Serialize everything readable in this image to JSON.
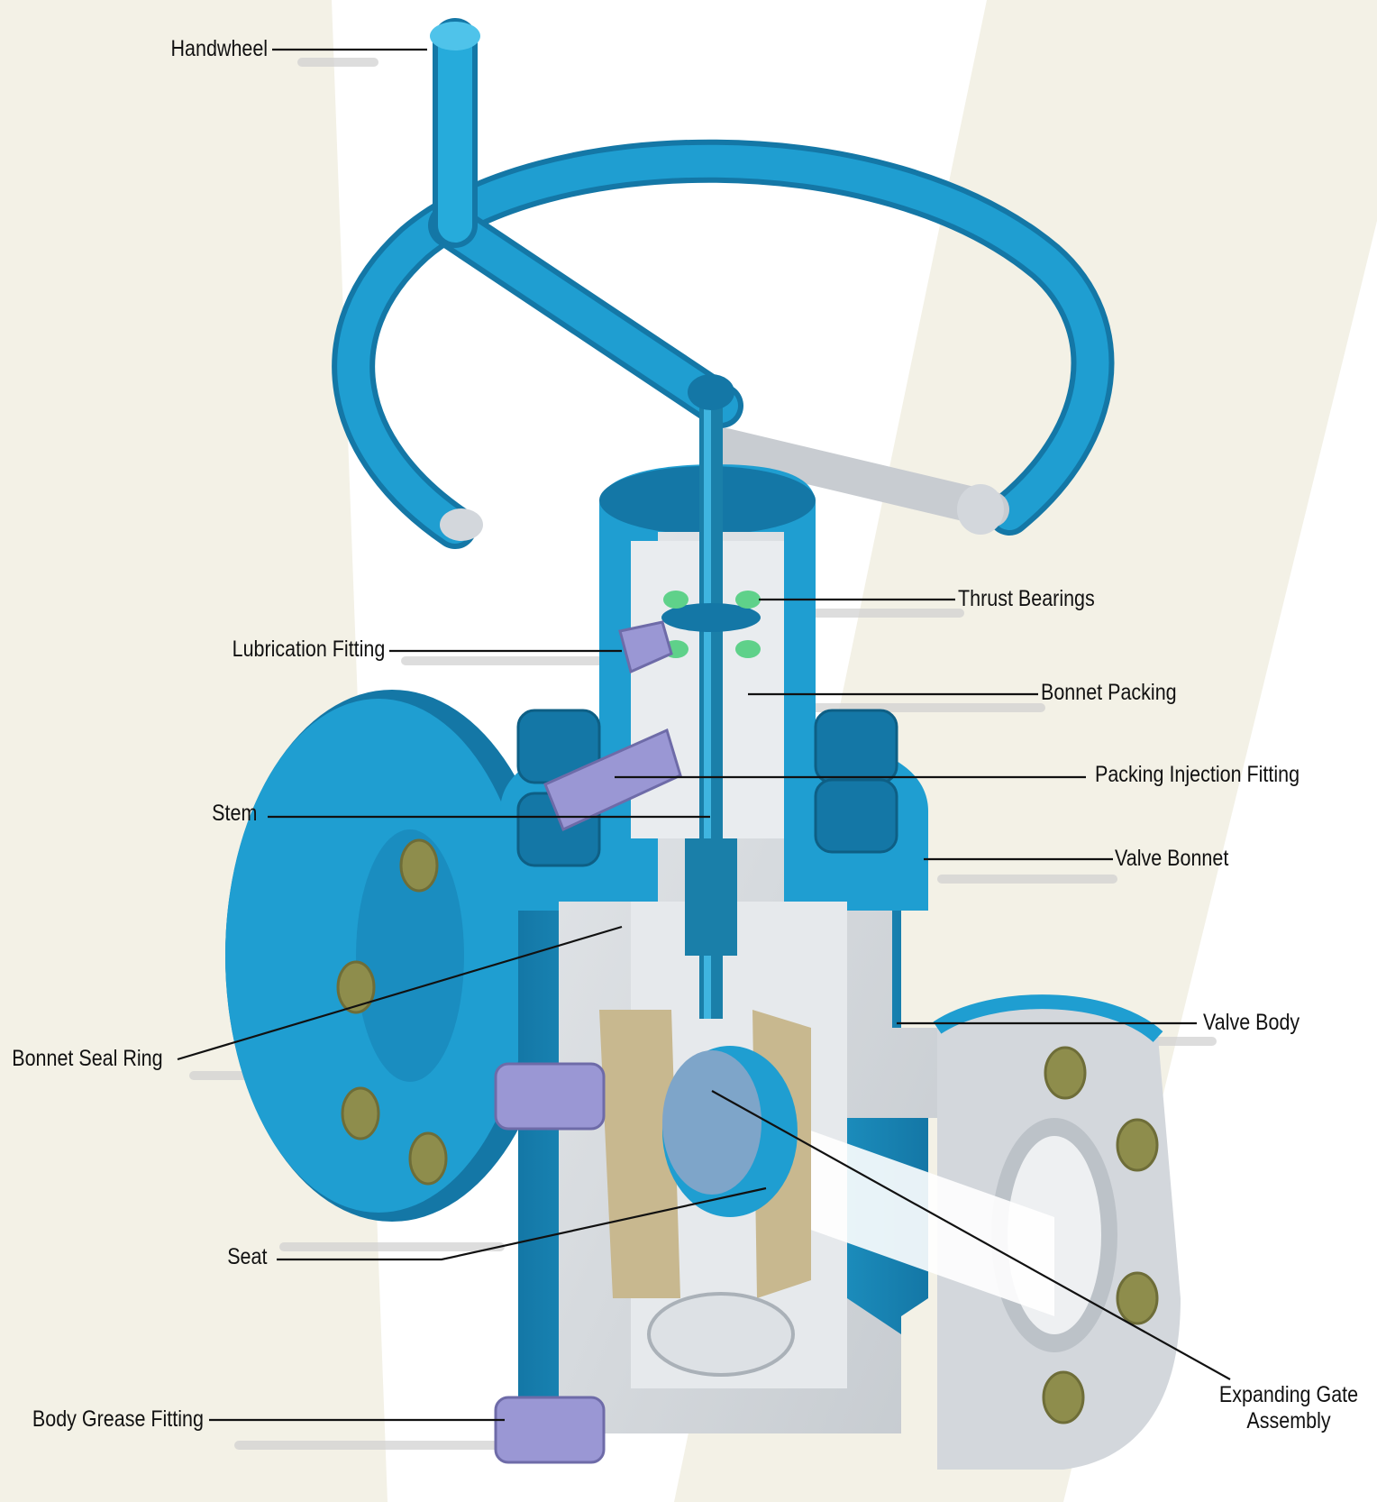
{
  "colors": {
    "background_panel": "#f3f1e6",
    "body_blue": "#1f9ed1",
    "body_blue_dark": "#1477a6",
    "cut_gray": "#d3d7dc",
    "fitting_purple": "#9a97d4",
    "seat_tan": "#c8b88f",
    "bolt_hole_olive": "#8e8d4c",
    "leader_line": "#111111"
  },
  "labels": {
    "handwheel": "Handwheel",
    "thrust_bearings": "Thrust Bearings",
    "lubrication_fitting": "Lubrication Fitting",
    "bonnet_packing": "Bonnet Packing",
    "packing_injection_fitting": "Packing Injection Fitting",
    "stem": "Stem",
    "valve_bonnet": "Valve Bonnet",
    "valve_body": "Valve Body",
    "bonnet_seal_ring": "Bonnet Seal Ring",
    "seat": "Seat",
    "body_grease_fitting": "Body Grease Fitting",
    "expanding_gate_assembly": "Expanding Gate Assembly"
  }
}
